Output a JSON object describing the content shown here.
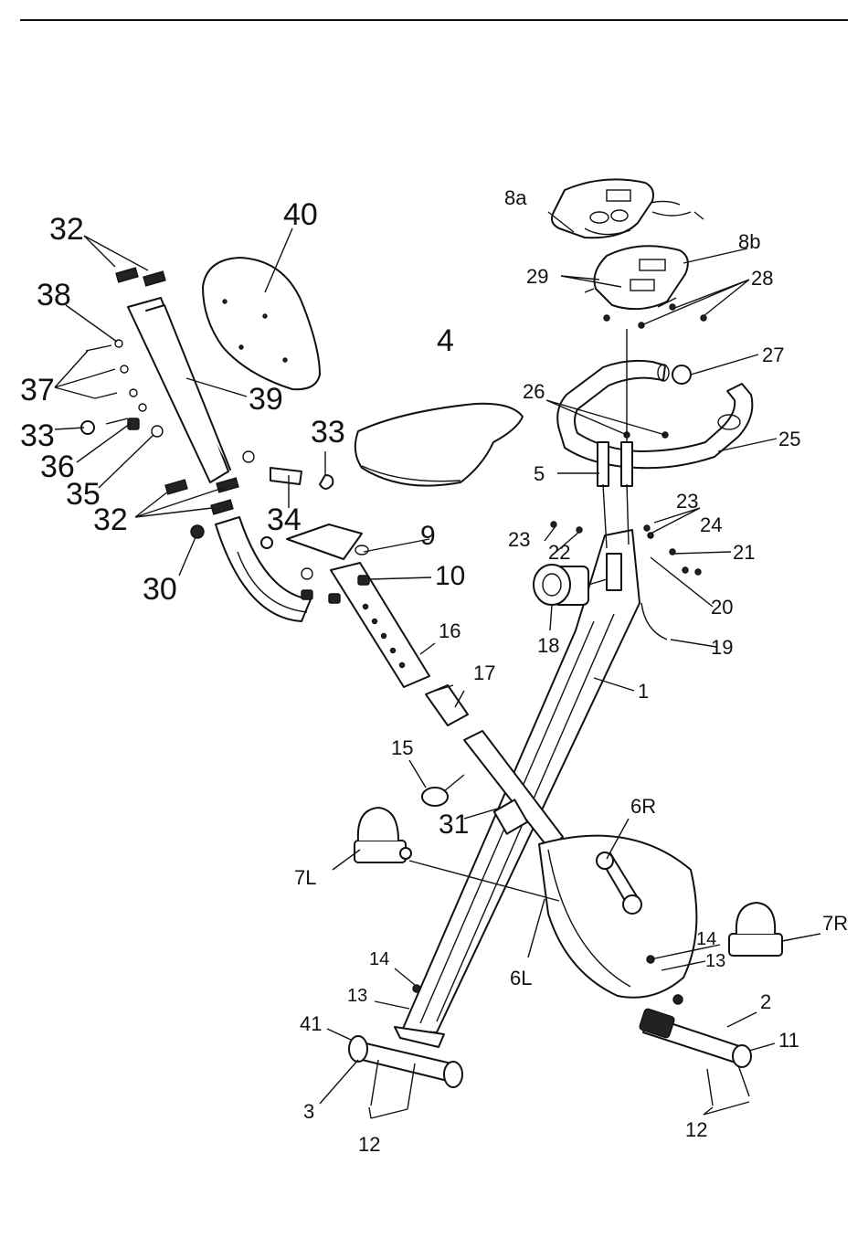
{
  "labels": {
    "p1": "1",
    "p2": "2",
    "p3": "3",
    "p4": "4",
    "p5": "5",
    "p6r": "6R",
    "p6l": "6L",
    "p7l": "7L",
    "p7r": "7R",
    "p8a": "8a",
    "p8b": "8b",
    "p9": "9",
    "p10": "10",
    "p11": "11",
    "p12a": "12",
    "p12b": "12",
    "p13a": "13",
    "p13b": "13",
    "p14a": "14",
    "p14b": "14",
    "p15": "15",
    "p16": "16",
    "p17": "17",
    "p18": "18",
    "p19": "19",
    "p20": "20",
    "p21": "21",
    "p22": "22",
    "p23a": "23",
    "p23b": "23",
    "p24": "24",
    "p25": "25",
    "p26": "26",
    "p27": "27",
    "p28": "28",
    "p29": "29",
    "p30": "30",
    "p31": "31",
    "p32a": "32",
    "p32b": "32",
    "p33a": "33",
    "p33b": "33",
    "p34": "34",
    "p35": "35",
    "p36": "36",
    "p37": "37",
    "p38": "38",
    "p39": "39",
    "p40": "40",
    "p41": "41"
  }
}
